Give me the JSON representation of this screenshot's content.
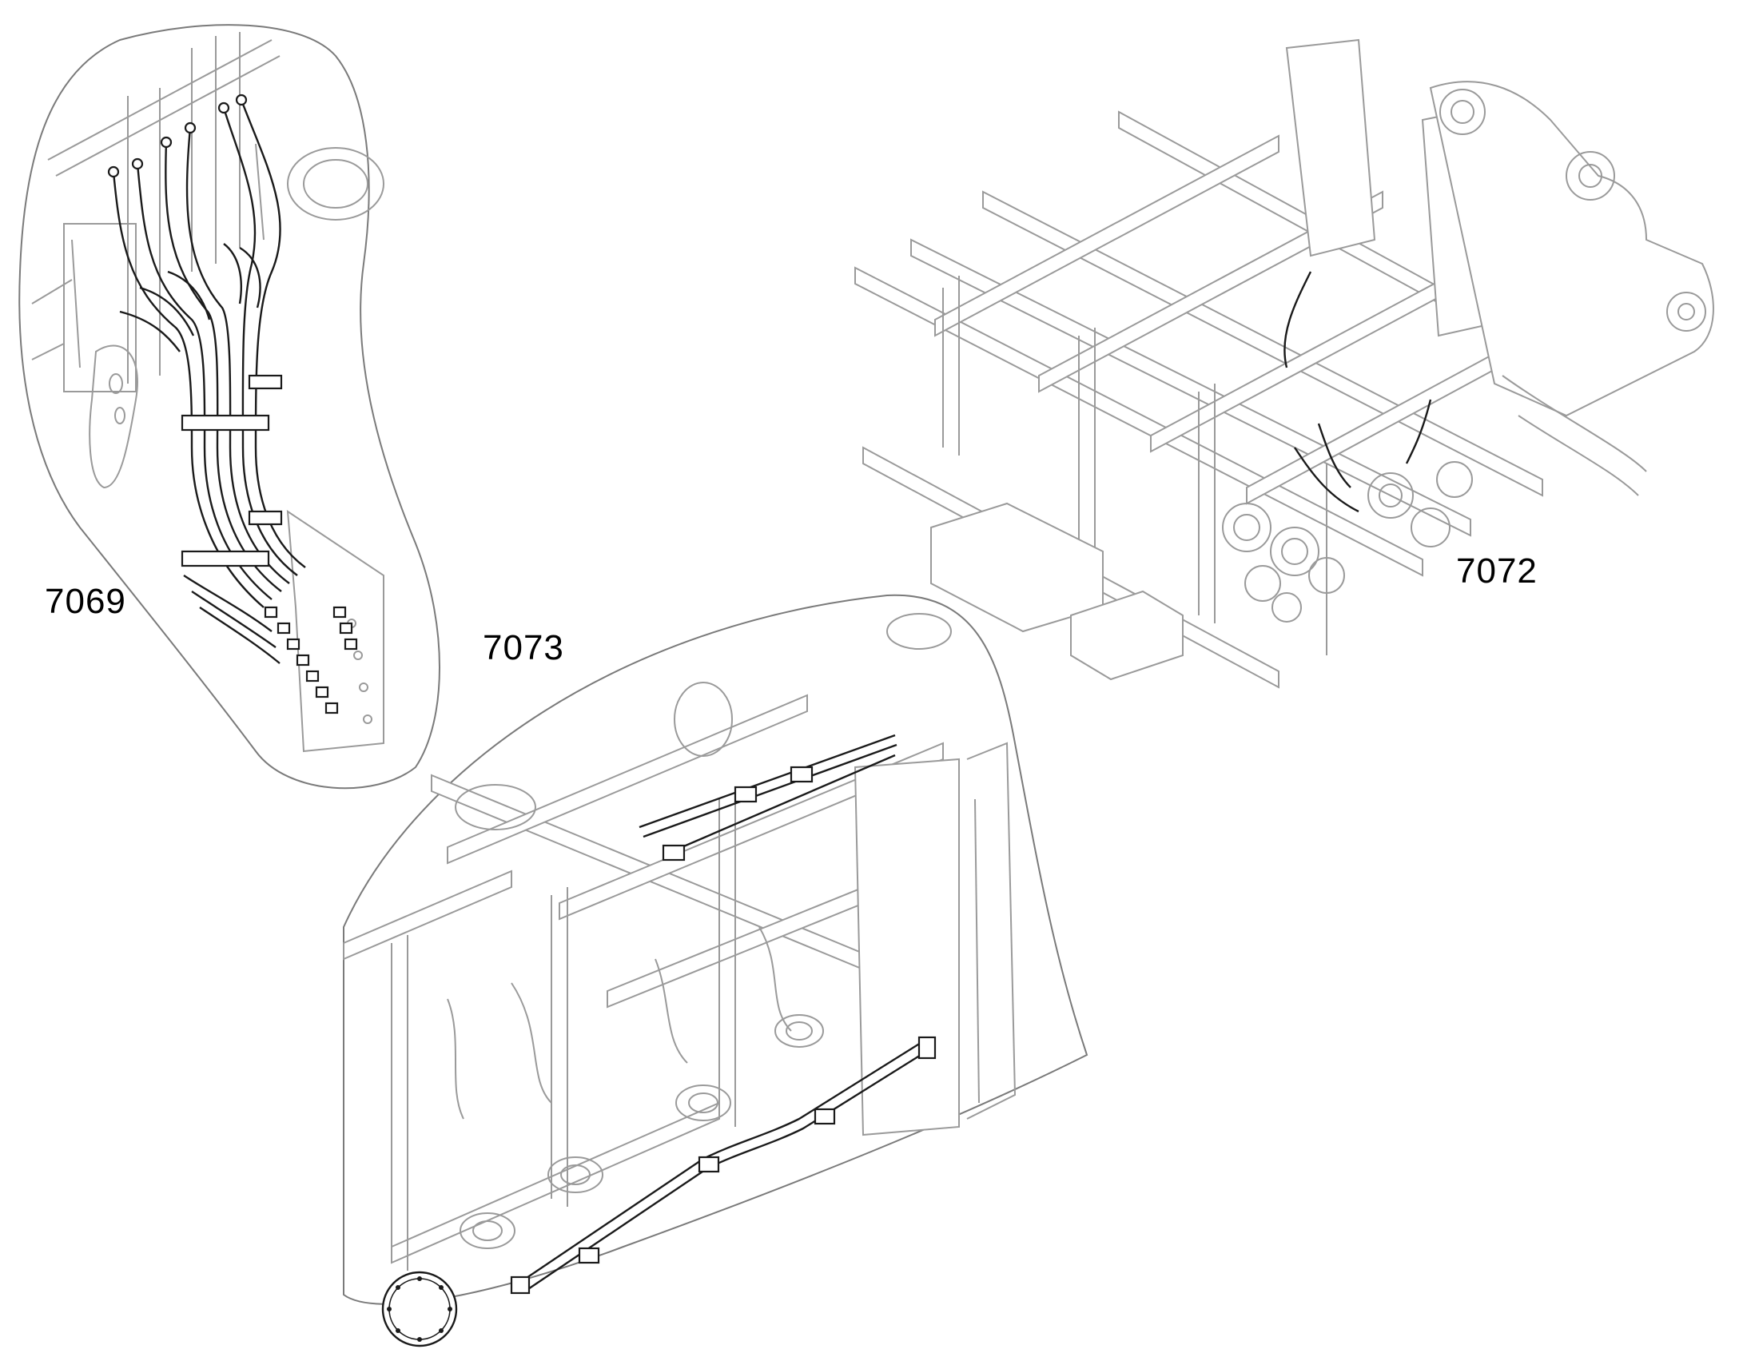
{
  "callouts": {
    "detail_left": "7069",
    "detail_center": "7073",
    "detail_right": "7072"
  },
  "colors": {
    "background": "#ffffff",
    "component_lines": "#9a9a9a",
    "highlighted_parts": "#1a1a1a",
    "label_text": "#000000"
  },
  "icons": {
    "view_left": "hydraulic-hose-bundle-illustration",
    "view_center": "frame-hose-routing-illustration",
    "view_right": "chassis-assembly-illustration"
  }
}
